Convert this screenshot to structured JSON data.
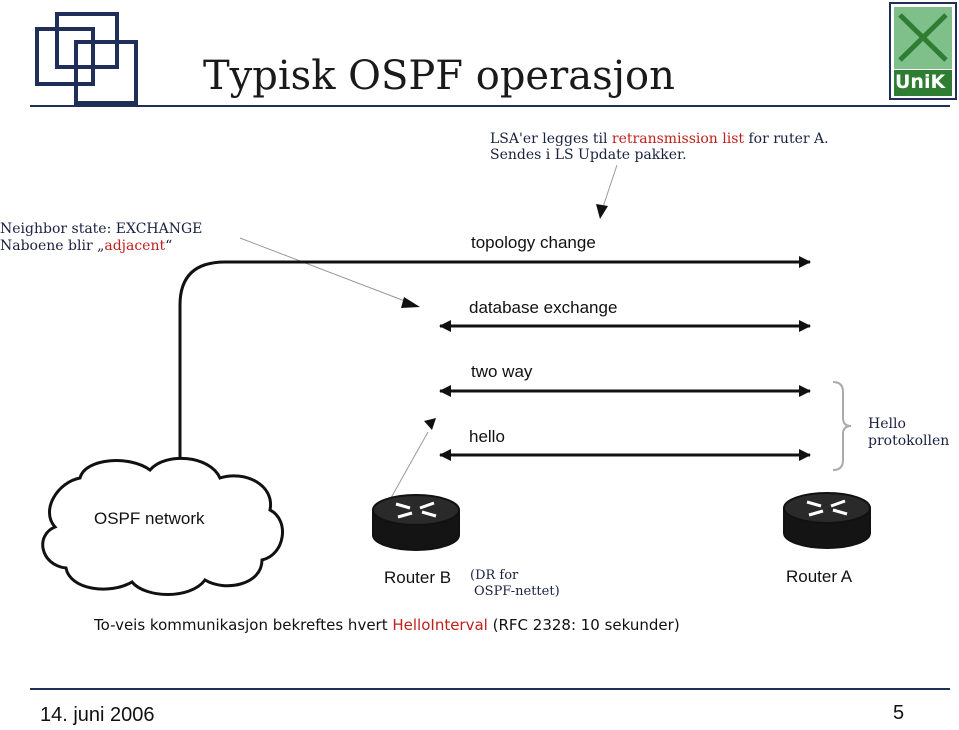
{
  "slide": {
    "title": "Typisk OSPF operasjon",
    "date": "14. juni 2006",
    "page_number": "5",
    "logo_text": "UniK"
  },
  "annotations": {
    "lsa_line1_pre": "LSA'er legges til",
    "lsa_line1_red": "retransmission list",
    "lsa_line1_post": "for ruter A.",
    "lsa_line2": "Sendes i LS Update pakker.",
    "neighbor_line1": "Neighbor state: EXCHANGE",
    "neighbor_line2_pre": "Naboene blir „",
    "neighbor_line2_red": "adjacent",
    "neighbor_line2_post": "“",
    "hello_group_line1": "Hello",
    "hello_group_line2": "protokollen",
    "dr_line1": "(DR for",
    "dr_line2": "OSPF-nettet)",
    "bottom_pre": "To-veis kommunikasjon bekreftes hvert",
    "bottom_red": "HelloInterval",
    "bottom_post": "(RFC 2328: 10 sekunder)"
  },
  "flows": {
    "topology_change": "topology change",
    "database_exchange": "database exchange",
    "two_way": "two way",
    "hello": "hello"
  },
  "nodes": {
    "network": "OSPF network",
    "router_b": "Router B",
    "router_a": "Router A"
  },
  "colors": {
    "accent_red": "#c0201c",
    "logo_blue": "#1f2f5a",
    "logo_green": "#2e7d32"
  }
}
